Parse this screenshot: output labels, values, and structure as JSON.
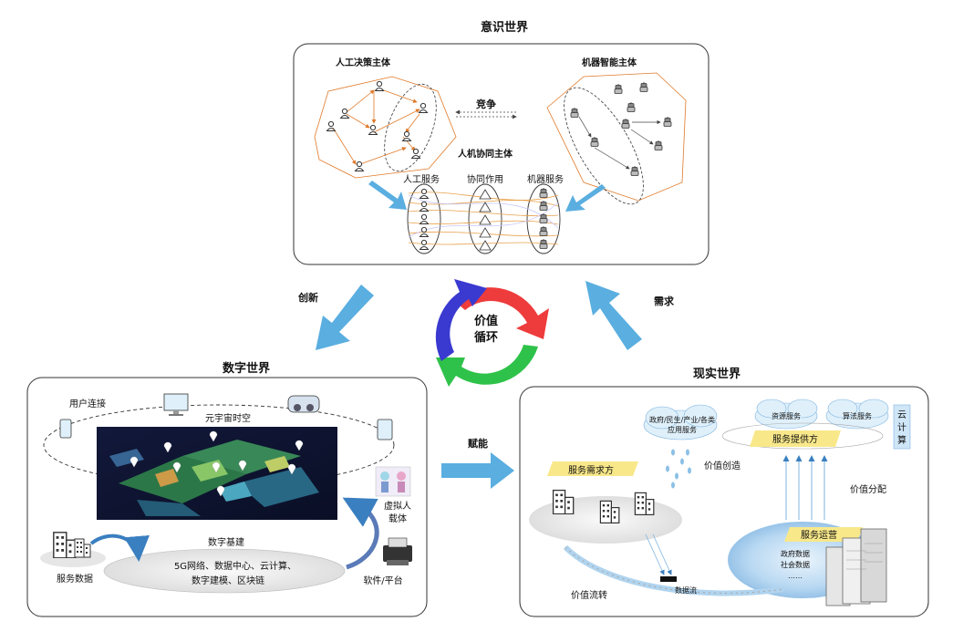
{
  "colors": {
    "arrow_blue": "#5aaee0",
    "cycle_red": "#ee3b3b",
    "cycle_green": "#2fc24a",
    "cycle_blue": "#3a3ad0",
    "orange_link": "#e07a2a",
    "panel_border": "#333333",
    "badge_yellow": "#f8e88a",
    "sea_blue": "#9cc8ec"
  },
  "consciousness": {
    "title": "意识世界",
    "human_group": "人工决策主体",
    "machine_group": "机器智能主体",
    "competition": "竞争",
    "collab_title": "人机协同主体",
    "human_service": "人工服务",
    "collab_effect": "协同作用",
    "machine_service": "机器服务",
    "icons": {
      "human": "person-icon",
      "robot": "robot-icon",
      "triangle": "triangle-icon"
    }
  },
  "cycle": {
    "line1": "价值",
    "line2": "循环",
    "innovation": "创新",
    "demand": "需求",
    "empower": "赋能"
  },
  "digital": {
    "title": "数字世界",
    "user_connect": "用户连接",
    "metaverse": "元宇宙时空",
    "virtual_line1": "虚拟人",
    "virtual_line2": "载体",
    "infra": "数字基建",
    "infra_line1": "5G网络、数据中心、云计算、",
    "infra_line2": "数字建模、区块链",
    "service_data": "服务数据",
    "software": "软件/平台",
    "icons": {
      "monitor": "monitor-icon",
      "vr": "vr-headset-icon",
      "phone": "phone-icon",
      "tablet": "tablet-icon",
      "building": "building-icon",
      "printer": "printer-icon",
      "pin": "map-pin-icon"
    }
  },
  "reality": {
    "title": "现实世界",
    "cloud_app_line1": "政府/民生/产业/各类",
    "cloud_app_line2": "应用服务",
    "cloud_resource": "资源服务",
    "cloud_algo": "算法服务",
    "cloud_compute": [
      "云",
      "计",
      "算"
    ],
    "provider": "服务提供方",
    "demander": "服务需求方",
    "value_create": "价值创造",
    "value_distribute": "价值分配",
    "operator": "服务运营",
    "gov_data": "政府数据",
    "social_data": "社会数据",
    "more": "……",
    "data_flow": "数据流",
    "value_flow": "价值流转",
    "icons": {
      "server": "server-icon",
      "cloud": "cloud-icon",
      "building": "building-icon"
    }
  }
}
